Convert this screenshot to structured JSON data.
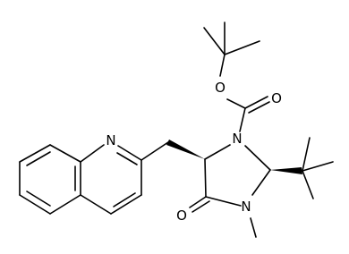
{
  "molecule": {
    "atom_labels": {
      "carbamate_ether_oxygen": "O",
      "carbamate_carbonyl_oxygen": "O",
      "ring_n1": "N",
      "ring_n3": "N",
      "lactam_oxygen": "O",
      "quinoline_nitrogen": "N"
    },
    "colors": {
      "ink": "#000000",
      "background": "#ffffff"
    }
  }
}
